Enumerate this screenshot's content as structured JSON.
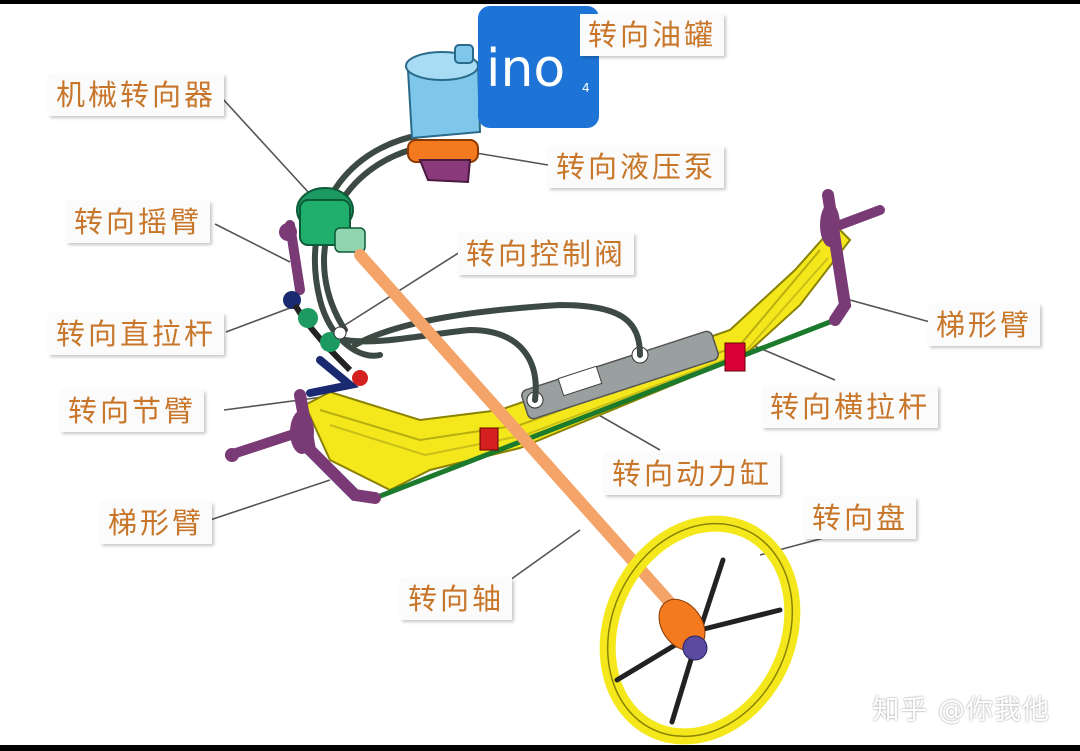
{
  "labels": {
    "oil_tank": "转向油罐",
    "steering_gear": "机械转向器",
    "pump": "转向液压泵",
    "pitman_arm": "转向摇臂",
    "control_valve": "转向控制阀",
    "drag_link": "转向直拉杆",
    "knuckle_arm": "转向节臂",
    "trapezoid_arm_right": "梯形臂",
    "tie_rod": "转向横拉杆",
    "power_cylinder": "转向动力缸",
    "trapezoid_arm_left": "梯形臂",
    "steering_wheel": "转向盘",
    "steering_shaft": "转向轴"
  },
  "watermark": "知乎 @你我他",
  "logo_text": "ino",
  "logo_sub": "4",
  "colors": {
    "label_text": "#c8762a",
    "axle_yellow": "#f4e81c",
    "hose_gray": "#3d4a44",
    "arm_purple": "#7a3a75",
    "gear_green": "#1c9a62",
    "tank_blue": "#7fc7ea",
    "shaft_orange": "#f4a468",
    "tie_rod_green": "#1c7a2c",
    "logo_blue": "#1d74d6"
  }
}
